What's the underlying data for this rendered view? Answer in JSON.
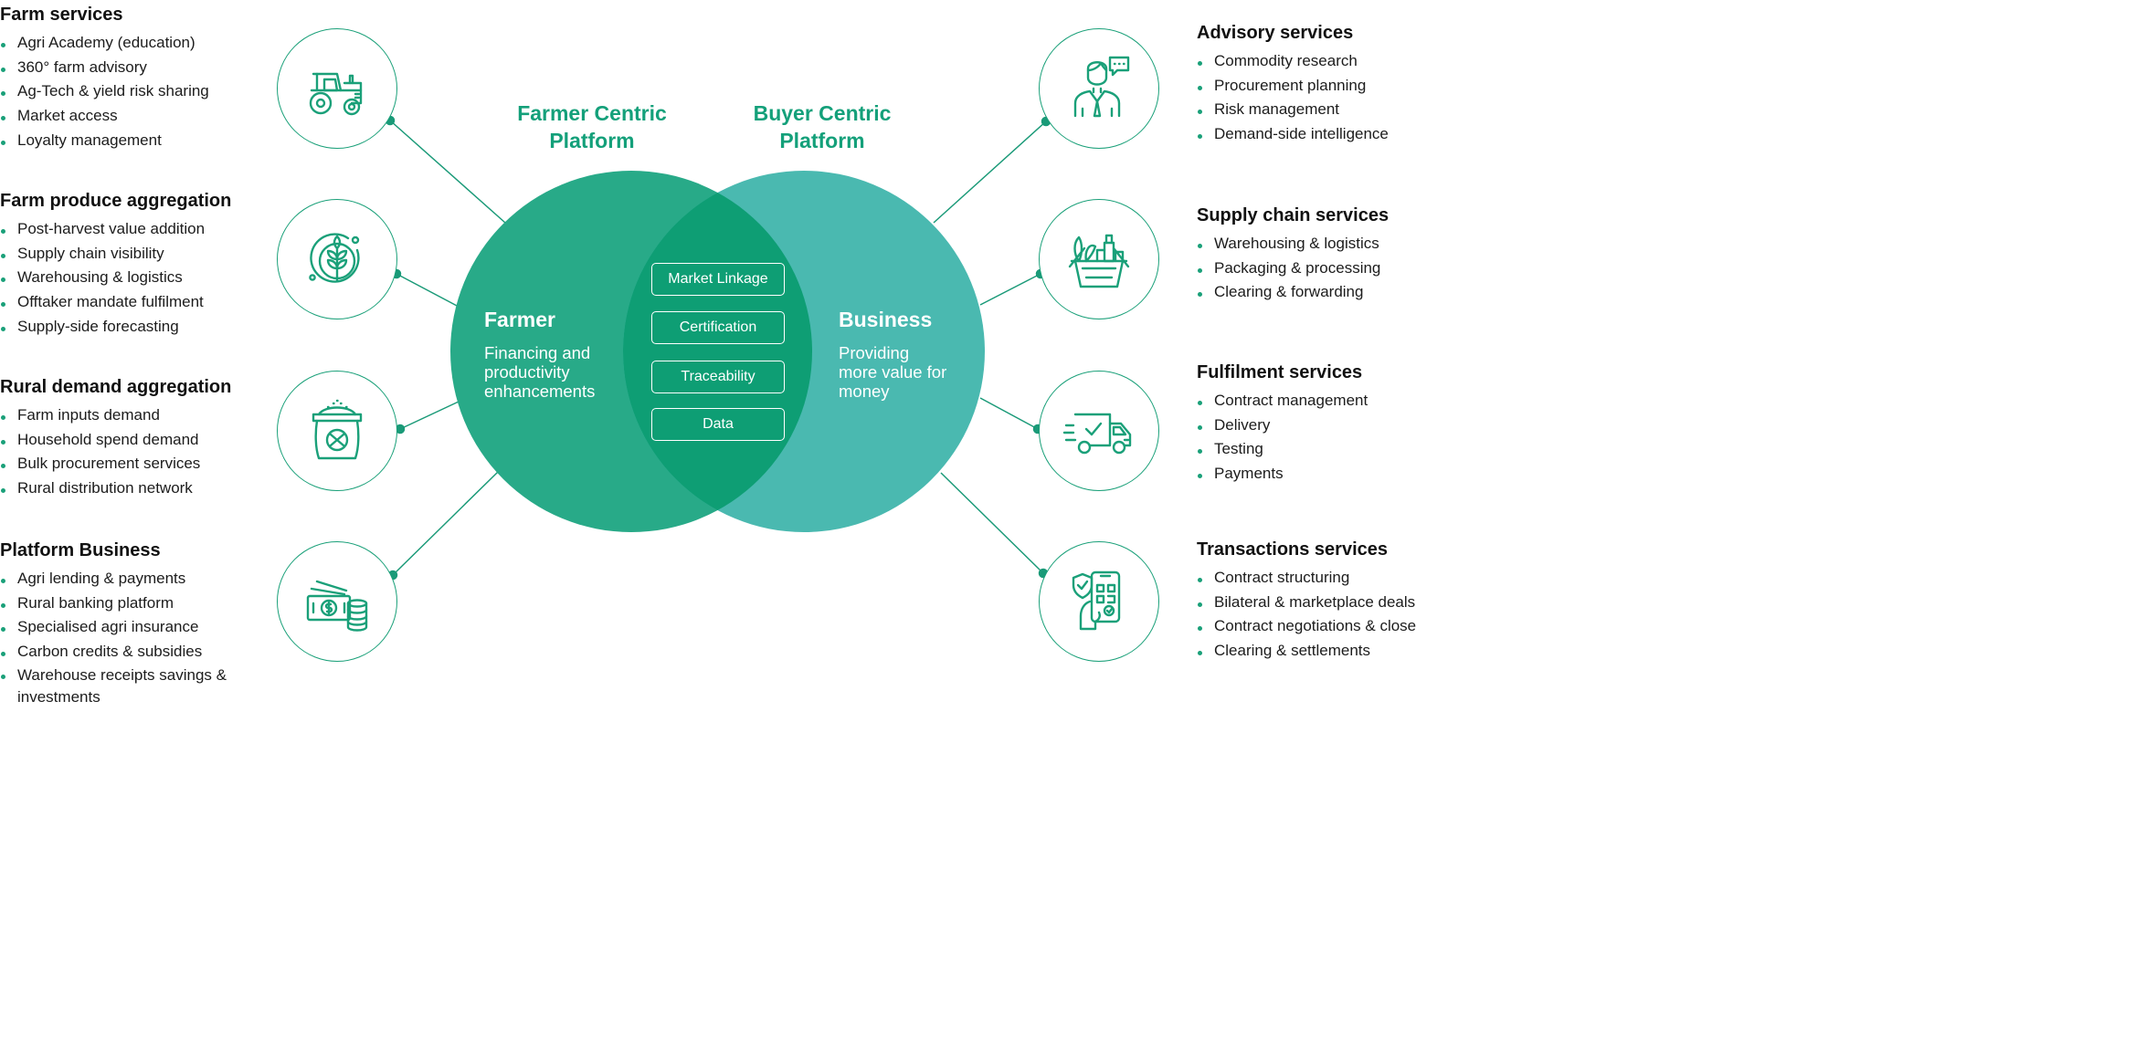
{
  "colors": {
    "farmer_circle": "#28aa88",
    "buyer_circle": "#4ab9b0",
    "overlap": "#0e9e74",
    "accent_text": "#14a07a",
    "line": "#1a9a78",
    "text": "#111111"
  },
  "platforms": {
    "farmer_title": [
      "Farmer Centric",
      "Platform"
    ],
    "buyer_title": [
      "Buyer Centric",
      "Platform"
    ]
  },
  "venn": {
    "farmer": {
      "heading": "Farmer",
      "description": [
        "Financing and",
        "productivity",
        "enhancements"
      ]
    },
    "business": {
      "heading": "Business",
      "description": [
        "Providing",
        "more value for",
        "money"
      ]
    },
    "shared": [
      "Market Linkage",
      "Certification",
      "Traceability",
      "Data"
    ]
  },
  "left_blocks": [
    {
      "title": "Farm services",
      "icon": "tractor-icon",
      "items": [
        "Agri Academy (education)",
        "360° farm advisory",
        "Ag-Tech & yield risk sharing",
        "Market access",
        "Loyalty management"
      ]
    },
    {
      "title": "Farm produce aggregation",
      "icon": "wheat-icon",
      "items": [
        "Post-harvest value addition",
        "Supply chain visibility",
        "Warehousing & logistics",
        "Offtaker mandate fulfilment",
        "Supply-side forecasting"
      ]
    },
    {
      "title": "Rural demand aggregation",
      "icon": "seed-sack-icon",
      "items": [
        "Farm inputs demand",
        "Household spend demand",
        "Bulk procurement services",
        "Rural distribution network"
      ]
    },
    {
      "title": "Platform Business",
      "icon": "money-coins-icon",
      "items": [
        "Agri lending & payments",
        "Rural banking platform",
        "Specialised agri insurance",
        "Carbon credits & subsidies",
        "Warehouse receipts savings & investments"
      ]
    }
  ],
  "right_blocks": [
    {
      "title": "Advisory services",
      "icon": "advisor-icon",
      "items": [
        "Commodity research",
        "Procurement planning",
        "Risk management",
        "Demand-side intelligence"
      ]
    },
    {
      "title": "Supply chain services",
      "icon": "grocery-basket-icon",
      "items": [
        "Warehousing & logistics",
        "Packaging & processing",
        "Clearing & forwarding"
      ]
    },
    {
      "title": "Fulfilment services",
      "icon": "delivery-truck-icon",
      "items": [
        "Contract management",
        "Delivery",
        "Testing",
        "Payments"
      ]
    },
    {
      "title": "Transactions services",
      "icon": "mobile-payment-icon",
      "items": [
        "Contract structuring",
        "Bilateral & marketplace deals",
        "Contract negotiations & close",
        "Clearing & settlements"
      ]
    }
  ]
}
